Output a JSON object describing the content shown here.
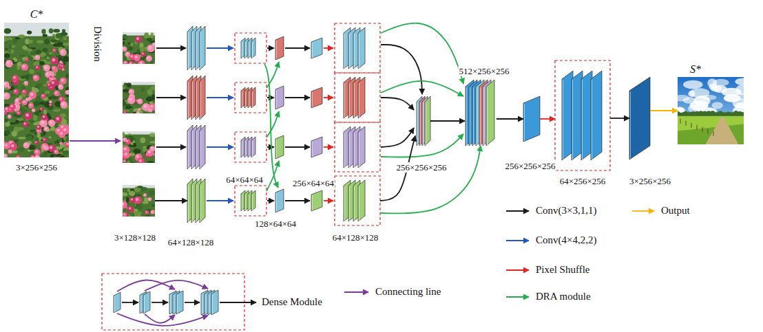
{
  "diagram": {
    "nodes": [
      {
        "text": [
          "C*",
          "3×256×256"
        ]
      },
      {
        "text": [
          "3×128×128"
        ]
      },
      {
        "text": [
          "64×128×128"
        ]
      },
      {
        "text": [
          "64×64×64"
        ]
      },
      {
        "text": [
          "128×64×64"
        ]
      },
      {
        "text": [
          "256×64×64"
        ]
      },
      {
        "text": [
          "64×128×128"
        ]
      },
      {
        "text": [
          "256×256×256"
        ]
      },
      {
        "text": [
          "512×256×256"
        ]
      },
      {
        "text": [
          "256×256×256"
        ]
      },
      {
        "text": [
          "64×256×256"
        ]
      },
      {
        "text": [
          "3×256×256"
        ]
      },
      {
        "text": [
          "S*"
        ]
      }
    ],
    "edges": [
      {
        "from": 1,
        "to": 2,
        "arrow": "to"
      },
      {
        "from": 6,
        "to": 7,
        "arrow": "to"
      },
      {
        "from": 6,
        "to": 8,
        "arrow": "to"
      },
      {
        "from": 7,
        "to": 8,
        "arrow": "to"
      },
      {
        "from": 8,
        "to": 9,
        "arrow": "to"
      },
      {
        "from": 9,
        "to": 10,
        "arrow": "to"
      },
      {
        "from": 10,
        "to": 11,
        "arrow": "to"
      },
      {
        "from": 11,
        "to": 12,
        "arrow": "to"
      }
    ],
    "labels": [
      "Division",
      "Dense Module"
    ],
    "legend": [
      {
        "text": "Conv(3×3,1,1)"
      },
      {
        "text": "Output"
      },
      {
        "text": "Conv(4×4,2,2)"
      },
      {
        "text": "Pixel Shuffle"
      },
      {
        "text": "Connecting line"
      },
      {
        "text": "DRA module"
      }
    ]
  }
}
